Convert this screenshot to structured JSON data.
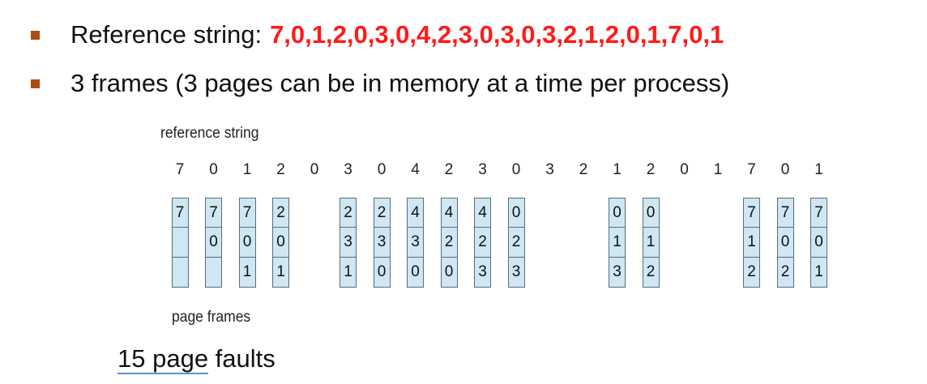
{
  "colors": {
    "bullet_marker": "#b04a12",
    "reference_value": "#ff1a1a",
    "frame_fill": "#cfe7f2",
    "frame_border": "#5a6b7a",
    "underline": "#5a8fd6"
  },
  "bullets": [
    {
      "label": "Reference string:",
      "value": "7,0,1,2,0,3,0,4,2,3,0,3,0,3,2,1,2,0,1,7,0,1"
    },
    {
      "label": "3 frames (3 pages can be in memory at a time per process)"
    }
  ],
  "diagram": {
    "reference_label": "reference string",
    "reference_string": [
      "7",
      "0",
      "1",
      "2",
      "0",
      "3",
      "0",
      "4",
      "2",
      "3",
      "0",
      "3",
      "2",
      "1",
      "2",
      "0",
      "1",
      "7",
      "0",
      "1"
    ],
    "page_frames_label": "page frames",
    "frames": [
      {
        "ref_index": 0,
        "cells": [
          "7",
          "",
          ""
        ]
      },
      {
        "ref_index": 1,
        "cells": [
          "7",
          "0",
          ""
        ]
      },
      {
        "ref_index": 2,
        "cells": [
          "7",
          "0",
          "1"
        ]
      },
      {
        "ref_index": 3,
        "cells": [
          "2",
          "0",
          "1"
        ]
      },
      {
        "ref_index": 5,
        "cells": [
          "2",
          "3",
          "1"
        ]
      },
      {
        "ref_index": 6,
        "cells": [
          "2",
          "3",
          "0"
        ]
      },
      {
        "ref_index": 7,
        "cells": [
          "4",
          "3",
          "0"
        ]
      },
      {
        "ref_index": 8,
        "cells": [
          "4",
          "2",
          "0"
        ]
      },
      {
        "ref_index": 9,
        "cells": [
          "4",
          "2",
          "3"
        ]
      },
      {
        "ref_index": 10,
        "cells": [
          "0",
          "2",
          "3"
        ]
      },
      {
        "ref_index": 13,
        "cells": [
          "0",
          "1",
          "3"
        ]
      },
      {
        "ref_index": 14,
        "cells": [
          "0",
          "1",
          "2"
        ]
      },
      {
        "ref_index": 17,
        "cells": [
          "7",
          "1",
          "2"
        ]
      },
      {
        "ref_index": 18,
        "cells": [
          "7",
          "0",
          "2"
        ]
      },
      {
        "ref_index": 19,
        "cells": [
          "7",
          "0",
          "1"
        ]
      }
    ]
  },
  "summary": {
    "underlined": "15 page",
    "rest": " faults"
  }
}
